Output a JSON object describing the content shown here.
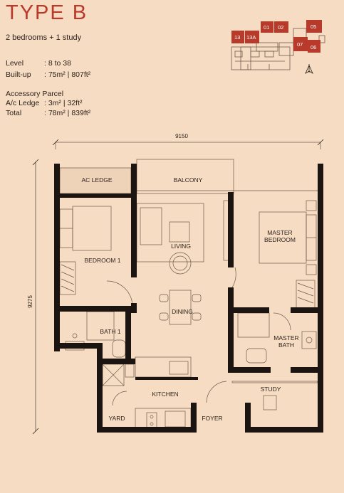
{
  "header": {
    "title": "TYPE B",
    "subtitle": "2 bedrooms + 1 study"
  },
  "specs": {
    "level_label": "Level",
    "level_value": ": 8 to 38",
    "builtup_label": "Built-up",
    "builtup_value": ": 75m² | 807ft²",
    "accessory_title": "Accessory Parcel",
    "acledge_label": "A/c Ledge",
    "acledge_value": ": 3m²   | 32ft²",
    "total_label": "Total",
    "total_value": ": 78m² | 839ft²"
  },
  "key_plan": {
    "units": [
      "01",
      "02",
      "05",
      "13",
      "13A",
      "07",
      "06"
    ],
    "highlight_color": "#b83a2a",
    "compass": "north-arrow-icon"
  },
  "dimensions": {
    "width": "9150",
    "height": "9275"
  },
  "rooms": {
    "ac_ledge": "AC LEDGE",
    "balcony": "BALCONY",
    "bedroom1": "BEDROOM 1",
    "living": "LIVING",
    "master_bedroom_1": "MASTER",
    "master_bedroom_2": "BEDROOM",
    "dining": "DINING",
    "bath1": "BATH 1",
    "master_bath_1": "MASTER",
    "master_bath_2": "BATH",
    "kitchen": "KITCHEN",
    "study": "STUDY",
    "yard": "YARD",
    "foyer": "FOYER"
  },
  "colors": {
    "background": "#f6dcc2",
    "accent": "#b83a2a",
    "wall": "#1c1410",
    "line": "#6e5a4e"
  }
}
